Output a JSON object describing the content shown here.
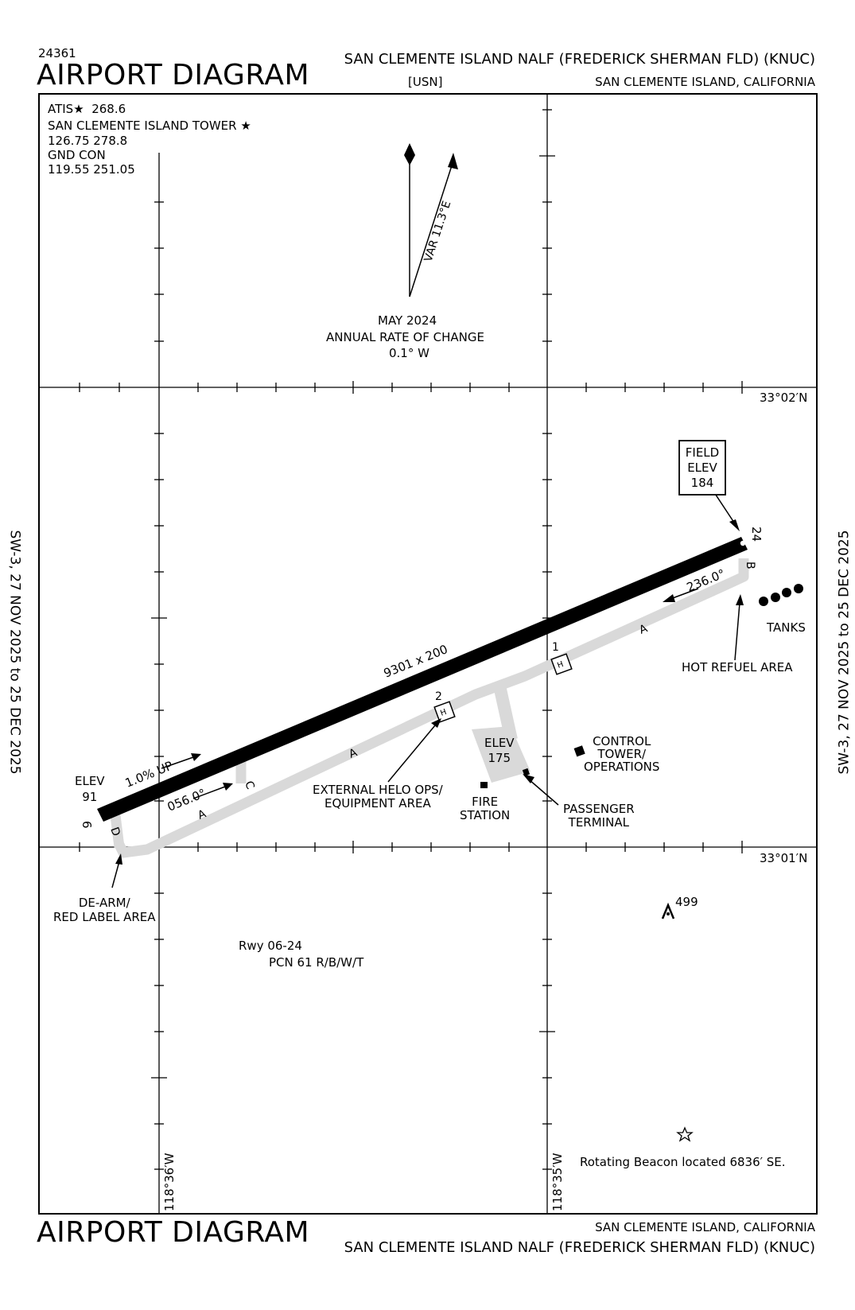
{
  "header": {
    "procedure_number": "24361",
    "title": "AIRPORT DIAGRAM",
    "airport_name": "SAN CLEMENTE ISLAND NALF (FREDERICK SHERMAN FLD)  (KNUC)",
    "operator": "[USN]",
    "location": "SAN CLEMENTE ISLAND, CALIFORNIA"
  },
  "footer": {
    "title": "AIRPORT DIAGRAM",
    "location": "SAN CLEMENTE ISLAND, CALIFORNIA",
    "airport_name": "SAN CLEMENTE ISLAND NALF (FREDERICK SHERMAN FLD)  (KNUC)"
  },
  "side_margin": {
    "left_validity": "SW-3,  27 NOV 2025  to  25 DEC 2025",
    "right_validity": "SW-3,  27 NOV 2025  to  25 DEC 2025"
  },
  "frequencies": {
    "atis_label": "ATIS",
    "atis_freq": "268.6",
    "tower_label": "SAN CLEMENTE ISLAND TOWER",
    "tower_freqs": "126.75  278.8",
    "gnd_label": "GND CON",
    "gnd_freqs": "119.55  251.05"
  },
  "magnetic": {
    "variation": "VAR 11.3°E",
    "date": "MAY 2024",
    "rate_label": "ANNUAL RATE OF CHANGE",
    "rate_value": "0.1° W"
  },
  "coordinates": {
    "lat_north": "33°02′N",
    "lat_south": "33°01′N",
    "lon_west": "118°36′W",
    "lon_east": "118°35′W"
  },
  "runway": {
    "designator_low": "6",
    "designator_high": "24",
    "dimensions": "9301 x 200",
    "heading_low": "056.0°",
    "heading_high": "236.0°",
    "slope": "1.0% UP",
    "elev_low_label": "ELEV",
    "elev_low_value": "91",
    "pcn_label": "Rwy 06-24",
    "pcn_value": "PCN 61 R/B/W/T"
  },
  "field_elev": {
    "line1": "FIELD",
    "line2": "ELEV",
    "value": "184"
  },
  "taxiways": {
    "a": "A",
    "b": "B",
    "c": "C",
    "d": "D"
  },
  "helipads": {
    "pad1": "1",
    "pad2": "2",
    "symbol": "H"
  },
  "labels": {
    "apron_elev": "ELEV",
    "apron_elev_value": "175",
    "tanks": "TANKS",
    "hot_refuel": "HOT REFUEL AREA",
    "control_tower_l1": "CONTROL",
    "control_tower_l2": "TOWER/",
    "control_tower_l3": "OPERATIONS",
    "helo_ops_l1": "EXTERNAL HELO OPS/",
    "helo_ops_l2": "EQUIPMENT AREA",
    "fire_station_l1": "FIRE",
    "fire_station_l2": "STATION",
    "passenger_l1": "PASSENGER",
    "passenger_l2": "TERMINAL",
    "dearm_l1": "DE-ARM/",
    "dearm_l2": "RED LABEL AREA",
    "obstacle_height": "499",
    "beacon": "Rotating Beacon located 6836′ SE."
  },
  "colors": {
    "ink": "#000000",
    "taxiway": "#d9d9d9",
    "paper": "#ffffff"
  }
}
